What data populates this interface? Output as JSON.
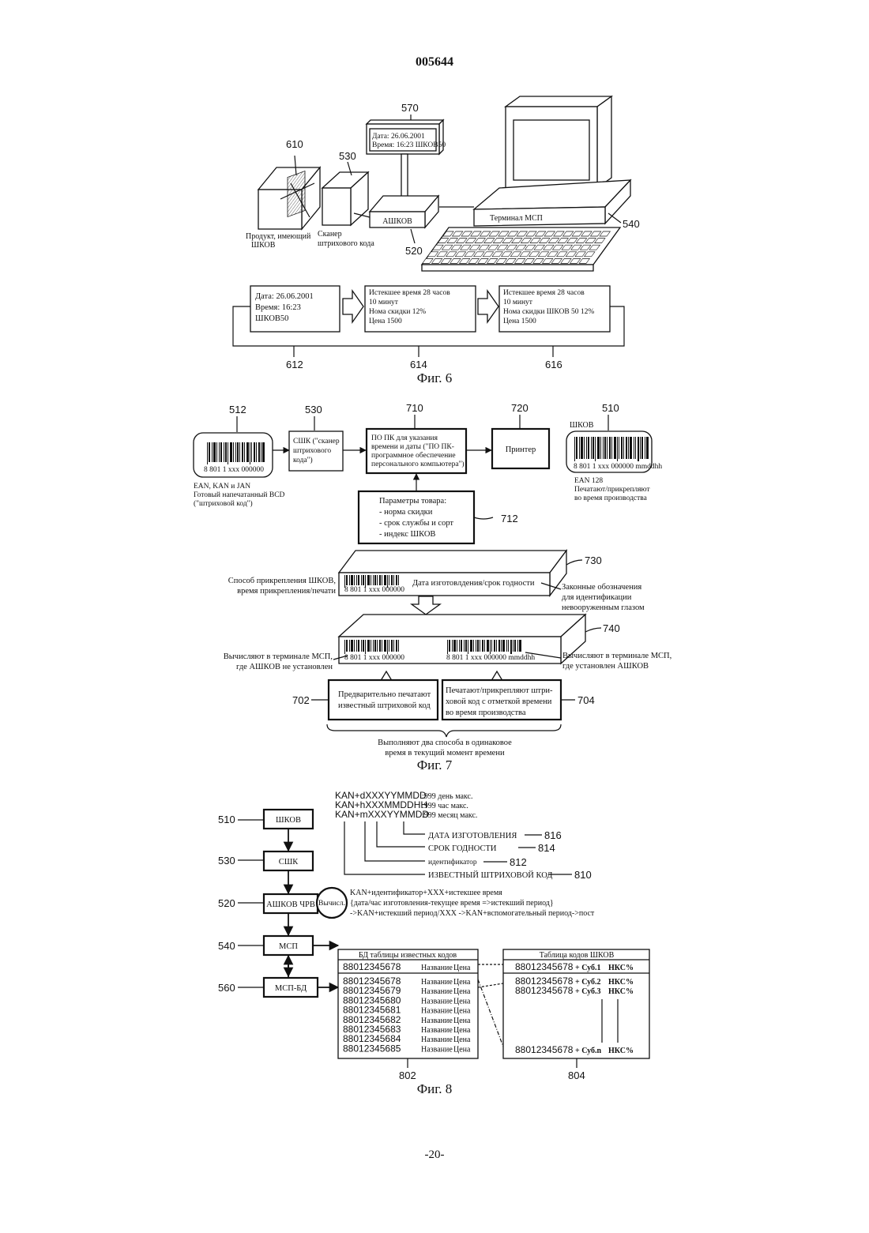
{
  "page": {
    "header": "005644",
    "footer": "-20-"
  },
  "fig6": {
    "caption": "Фиг. 6",
    "refs": {
      "r610": "610",
      "r530": "530",
      "r570": "570",
      "r520": "520",
      "r540": "540",
      "r612": "612",
      "r614": "614",
      "r616": "616"
    },
    "product_label": [
      "Продукт, имеющий",
      "ШКОВ"
    ],
    "scanner_label": [
      "Сканер",
      "штрихового кода"
    ],
    "display_lines": [
      "Дата: 26.06.2001",
      "Время: 16:23 ШКОВ50"
    ],
    "ashkov": "АШКОВ",
    "terminal": "Терминал МСП",
    "box612": [
      "Дата: 26.06.2001",
      "Время: 16:23",
      "ШКОВ50"
    ],
    "box614": [
      "Истекшее время 28 часов",
      "10 минут",
      "Нома скидки 12%",
      "Цена 1500"
    ],
    "box616": [
      "Истекшее время 28 часов",
      "10 минут",
      "Нома скидки ШКОВ 50 12%",
      "Цена 1500"
    ]
  },
  "fig7": {
    "caption": "Фиг. 7",
    "refs": {
      "r512": "512",
      "r530": "530",
      "r710": "710",
      "r720": "720",
      "r510": "510",
      "r712": "712",
      "r730": "730",
      "r740": "740",
      "r702": "702",
      "r704": "704"
    },
    "barcode_512_digits": "8 801 1 xxx 000000",
    "barcode_512_label": [
      "EAN, KAN и JAN",
      "Готовый напечатанный BCD",
      "(\"штриховой код\")"
    ],
    "ssk": [
      "СШК (\"сканер",
      "штрихового",
      "кода\")"
    ],
    "po_pk": [
      "ПО ПК для указания",
      "времени и даты (\"ПО ПК-",
      "программное обеспечение",
      "персонального компьютера\")"
    ],
    "printer": "Принтер",
    "shkov": "ШКОВ",
    "barcode_510_digits": "8 801 1 xxx 000000 mmddhh",
    "barcode_510_label": [
      "EAN 128",
      "Печатают/прикрепляют",
      "во время производства"
    ],
    "params": [
      "Параметры товара:",
      "- норма скидки",
      "- срок службы и сорт",
      "- индекс ШКОВ"
    ],
    "left730": [
      "Способ прикрепления ШКОВ,",
      "время прикрепления/печати"
    ],
    "date730": "Дата изготовлдения/срок годности",
    "right730": [
      "Законные обозначения",
      "для идентификации",
      "невооруженным глазом"
    ],
    "left740": [
      "Вычисляют в терминале МСП,",
      "где АШКОВ не установлен"
    ],
    "right740": [
      "Вычисляют в терминале МСП,",
      "где установлен АШКОВ"
    ],
    "box702": [
      "Предварительно печатают",
      "известный штриховой код"
    ],
    "box704": [
      "Печатают/прикрепляют штри-",
      "ховой код с отметкой времени",
      "во время производства"
    ],
    "bottom": [
      "Выполняют два способа в одинаковое",
      "время в текущий момент времени"
    ],
    "bar_digits_a": "8 801 1 xxx 000000",
    "bar_digits_b": "8 801 1 xxx 000000 mmddhh"
  },
  "fig8": {
    "caption": "Фиг. 8",
    "refs": {
      "r510": "510",
      "r530": "530",
      "r520": "520",
      "r540": "540",
      "r560": "560",
      "r816": "816",
      "r814": "814",
      "r812": "812",
      "r810": "810",
      "r802": "802",
      "r804": "804"
    },
    "flow": [
      "ШКОВ",
      "СШК",
      "АШКОВ ЧРВ",
      "МСП",
      "МСП-БД"
    ],
    "calc": "(Вычисл.)",
    "codes": [
      {
        "code": "KAN+dXXXYYMMDD",
        "note": ":999 день макс."
      },
      {
        "code": "KAN+hXXXMMDDHH",
        "note": ":999 час макс."
      },
      {
        "code": "KAN+mXXXYYMMDD",
        "note": ":999 месяц макс."
      }
    ],
    "fields": [
      "ДАТА ИЗГОТОВЛЕНИЯ",
      "СРОК ГОДНОСТИ",
      "идентификатор",
      "ИЗВЕСТНЫЙ ШТРИХОВОЙ КОД"
    ],
    "formula": [
      "KAN+идентификатор+XXX+истекшее время",
      "{дата/час изготовления-текущее время =>истекший период}",
      "->KAN+истекший период/XXX ->KAN+вспомогательный период->пост"
    ],
    "table802": {
      "title": "БД таблицы известных кодов",
      "head": {
        "code": "88012345678",
        "name": "Название",
        "price": "Цена"
      },
      "rows": [
        {
          "code": "88012345678",
          "name": "Название",
          "price": "Цена"
        },
        {
          "code": "88012345679",
          "name": "Название",
          "price": "Цена"
        },
        {
          "code": "88012345680",
          "name": "Название",
          "price": "Цена"
        },
        {
          "code": "88012345681",
          "name": "Название",
          "price": "Цена"
        },
        {
          "code": "88012345682",
          "name": "Название",
          "price": "Цена"
        },
        {
          "code": "88012345683",
          "name": "Название",
          "price": "Цена"
        },
        {
          "code": "88012345684",
          "name": "Название",
          "price": "Цена"
        },
        {
          "code": "88012345685",
          "name": "Название",
          "price": "Цена"
        }
      ]
    },
    "table804": {
      "title": "Таблица кодов ШКОВ",
      "head": {
        "code": "88012345678",
        "sub": "+ Суб.1",
        "nks": "НКС%"
      },
      "rows": [
        {
          "code": "88012345678",
          "sub": "+ Суб.2",
          "nks": "НКС%"
        },
        {
          "code": "88012345678",
          "sub": "+ Суб.3",
          "nks": "НКС%"
        }
      ],
      "last": {
        "code": "88012345678",
        "sub": "+ Суб.n",
        "nks": "НКС%"
      }
    }
  }
}
